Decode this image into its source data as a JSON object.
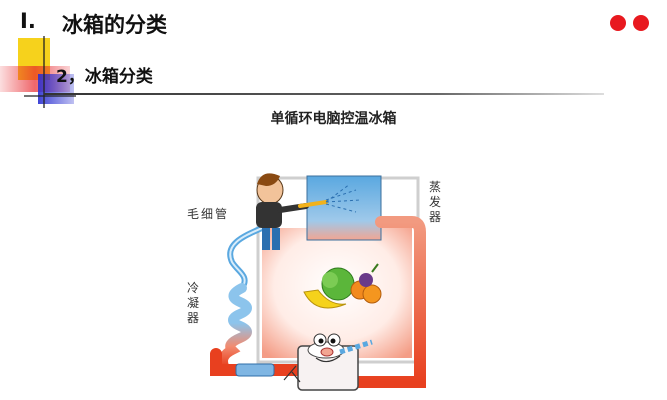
{
  "header": {
    "title_number": "I.",
    "title": "冰箱的分类",
    "subtitle": "2，冰箱分类"
  },
  "diagram": {
    "title": "单循环电脑控温冰箱",
    "labels": {
      "capillary": "毛细管",
      "evaporator": "蒸发器",
      "condenser": "冷凝器"
    }
  },
  "colors": {
    "deco_yellow": "#f6d21c",
    "deco_red": "#e8242a",
    "deco_blue": "#2a2fd1",
    "nav_dot": "#e8191f",
    "hot_red": "#e84a2e",
    "cold_blue": "#5aa8e0"
  },
  "icons": {
    "nav": "red-dots-icon",
    "figure": "cartoon-man-with-hose",
    "food": "fruit-and-vegetables",
    "compressor": "cartoon-compressor-mascot"
  }
}
